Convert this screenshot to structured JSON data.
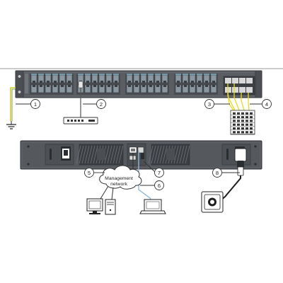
{
  "diagram": {
    "cloud_label_line1": "Management",
    "cloud_label_line2": "network",
    "callouts": [
      "1",
      "2",
      "3",
      "4",
      "5",
      "6",
      "7",
      "8"
    ]
  },
  "colors": {
    "chassis_front": "#5a5e63",
    "chassis_rear": "#55595e",
    "port_fill": "#8a96a0",
    "port_highlight": "#8ecae6",
    "ground_wire": "#d4cf2c",
    "fiber_cable": "#e6dd1f",
    "mgmt_cable": "#8fb9d8",
    "power_cable": "#1f1f1f",
    "callout_line": "#333333"
  },
  "icons": [
    "ground-symbol-icon",
    "network-hub-icon",
    "patch-panel-icon",
    "cloud-icon",
    "desktop-pc-icon",
    "laptop-icon",
    "power-outlet-icon",
    "power-plug-icon"
  ]
}
